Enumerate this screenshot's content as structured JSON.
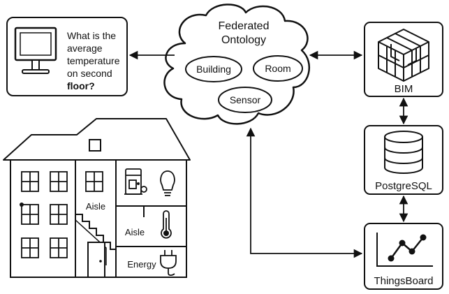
{
  "query": {
    "lines": [
      "What is the",
      "average",
      "temperature",
      "on second",
      "floor?"
    ]
  },
  "ontology": {
    "title_lines": [
      "Federated",
      "Ontology"
    ],
    "concepts": [
      "Building",
      "Room",
      "Sensor"
    ]
  },
  "components": {
    "bim": "BIM",
    "postgres": "PostgreSQL",
    "thingsboard": "ThingsBoard"
  },
  "building": {
    "labels": [
      "Aisle",
      "Aisle",
      "Energy"
    ]
  },
  "colors": {
    "stroke": "#111111",
    "background": "#ffffff"
  }
}
